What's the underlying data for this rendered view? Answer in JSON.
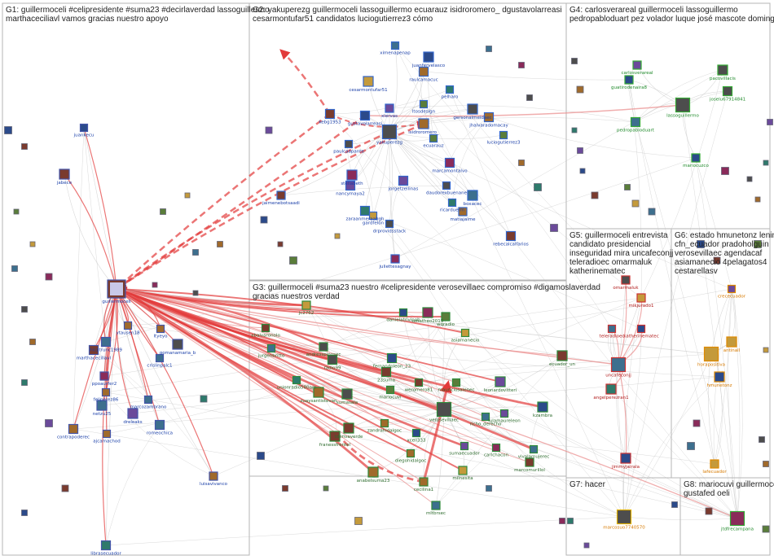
{
  "colors": {
    "group_border": "#b5b5b5",
    "edge_gray": "#b9b9b9",
    "edge_red": "#e23a3a",
    "edge_pink": "#e98a8a",
    "label_blue": "#1a3fa8",
    "label_green": "#1f8a2a",
    "label_darkred": "#b11a1a",
    "label_orange": "#d77a00",
    "label_darkgreen": "#2d6b2d"
  },
  "groups": [
    {
      "id": "G1",
      "title_lines": [
        "G1: guillermoceli #celipresidente #suma23 #decirlaverdad lassoguillermo",
        "marthaceciliavl vamos gracias nuestro apoyo"
      ]
    },
    {
      "id": "G2",
      "title_lines": [
        "G2: yakuperezg guillermoceli lassoguillermo ecuarauz isidroromero_ dgustavolarreasi",
        "cesarmontufar51 candidatos luciogutierrez3 cómo"
      ]
    },
    {
      "id": "G3",
      "title_lines": [
        "G3: guillermoceli #suma23 nuestro #celipresidente verosevillaec compromiso #digamoslaverdad",
        "gracias nuestros verdad"
      ]
    },
    {
      "id": "G4",
      "title_lines": [
        "G4: carlosverareal guillermoceli lassoguillermo",
        "pedropabloduart pez volador luque josé mascote domingos"
      ]
    },
    {
      "id": "G5",
      "title_lines": [
        "G5: guillermoceli entrevista",
        "candidato presidencial",
        "inseguridad mira uncafeconjj",
        "teleradioec omarmaluk",
        "katherinematec"
      ]
    },
    {
      "id": "G6",
      "title_lines": [
        "G6: estado hmunetonz lenin",
        "cfn_ecuador pradoholguin",
        "verosevillaec agendacaf",
        "asiamanecio 4pelagatos4",
        "cestarellasv"
      ]
    },
    {
      "id": "G7",
      "title_lines": [
        "G7: hacer"
      ]
    },
    {
      "id": "G8",
      "title_lines": [
        "G8: mariocuvi guillermoceli",
        "gustafed oeli"
      ]
    }
  ],
  "nodes": {
    "g1": [
      "juankecu",
      "jabece",
      "guillermoceli",
      "ytausen18",
      "hicatrunc1989",
      "marthaceciliavl",
      "ltyeyo",
      "gomanamaria_b",
      "crislinpalc1",
      "ppoaurfer2",
      "feliperez86",
      "netzu25",
      "marcozambrano",
      "dreleaks",
      "romeochica",
      "contrapoderec",
      "ajcamachod",
      "luisavivanco",
      "librasecuador"
    ],
    "g2": [
      "ximenapenap",
      "raulcamacuc",
      "juanfervelasco",
      "cesarmontufar51",
      "yakuperezg",
      "kebg1953",
      "gustavolarreasi",
      "isidroromero_",
      "paulcaapante",
      "ecuarauz",
      "luciogutierrez3",
      "gersonalmeidaec",
      "jhalvaradomacay",
      "marcamontalvo",
      "stellabeth",
      "nancymaya2",
      "jorgetzellinas",
      "daudorexbuenane",
      "jaimenebotsaadi",
      "zaraanmeraabgh",
      "gardfelon",
      "drprovidsstack",
      "boxacec",
      "ricarduerm",
      "matiajaime",
      "rebecalcalfarios",
      "juliettesagnay",
      "xlervas",
      "ltosdesign",
      "pelharo"
    ],
    "g3": [
      "jc2762",
      "abalvaronolo",
      "danielatrivinob",
      "omatheo2019",
      "wqradio",
      "jurgenbritto",
      "andresspinosec",
      "radio99",
      "asiamanecio",
      "fernandoleon_23",
      "unionradio580am",
      "ecuador_un",
      "23suma",
      "mariocuvi",
      "weromero81",
      "mauriciosalenec",
      "leonardovitteri",
      "zuaysantistevan",
      "sumasala",
      "richo_derecho",
      "tdenvaverde",
      "zandrahidalgoc",
      "verosevillaec",
      "lulamaureleon",
      "kzambra",
      "franessfrentel",
      "diegohidalgoc",
      "xcell333",
      "sumaecuador",
      "carlchacon",
      "vivalamujerec",
      "marcomurillol",
      "anabelsuma23",
      "cecilina1",
      "milnesita",
      "mltbrsec"
    ],
    "g4": [
      "guatirodenaira8",
      "lassoguillermo",
      "pedropabloduart",
      "mariocuzco",
      "pacovillacis",
      "joselu67914841",
      "carlosverareal"
    ],
    "g5": [
      "omarmaluk",
      "mikjurado1",
      "teleradioec",
      "katherinematec",
      "uncafeconjj",
      "angelperezran1",
      "jimmyjairala"
    ],
    "g6": [
      "crececuador",
      "horapositiva",
      "antinall",
      "hmunetonz",
      "lafecuador"
    ],
    "g7": [
      "marcosuo7740570"
    ],
    "g8": [
      "jtdfrecampana"
    ]
  }
}
